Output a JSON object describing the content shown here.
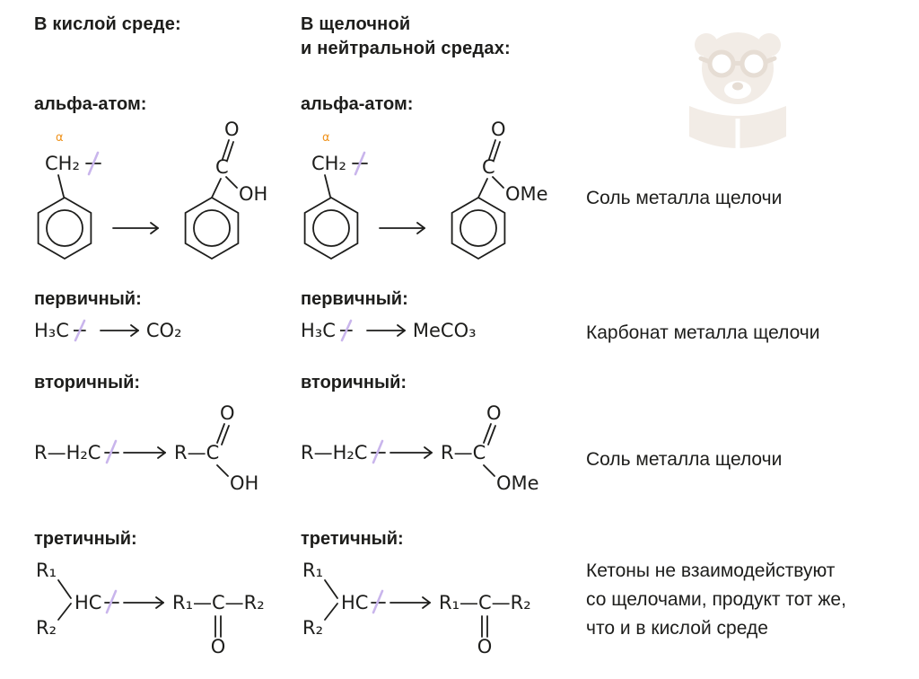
{
  "colors": {
    "text": "#1d1d1b",
    "alpha": "#f0941f",
    "break": "#c9b5ec",
    "watermark": "#f2ece6",
    "watermark_dark": "#e6ddd4"
  },
  "headers": {
    "acid": "В кислой среде:",
    "alkali_line1": "В щелочной",
    "alkali_line2": "и нейтральной средах:"
  },
  "rows": {
    "alpha": {
      "label": "альфа-атом:",
      "alpha_mark": "α",
      "reactant_group": "CH₂",
      "product_c": "C",
      "o": "O",
      "acid_tail": "OH",
      "alkali_tail": "OMe",
      "note": "Соль металла щелочи"
    },
    "primary": {
      "label": "первичный:",
      "reactant": "H₃C",
      "acid_product": "CO₂",
      "alkali_product": "MeCO₃",
      "note": "Карбонат металла щелочи"
    },
    "secondary": {
      "label": "вторичный:",
      "reactant": "R—H₂C",
      "product_head": "R—C",
      "o": "O",
      "acid_tail": "OH",
      "alkali_tail": "OMe",
      "note": "Соль металла щелочи"
    },
    "tertiary": {
      "label": "третичный:",
      "r1": "R₁",
      "r2": "R₂",
      "reactant_head": "HC",
      "product": "R₁—C—R₂",
      "o": "O",
      "note_line1": "Кетоны не взаимодействуют",
      "note_line2": "со щелочами, продукт тот же,",
      "note_line3": "что и в кислой среде"
    }
  }
}
